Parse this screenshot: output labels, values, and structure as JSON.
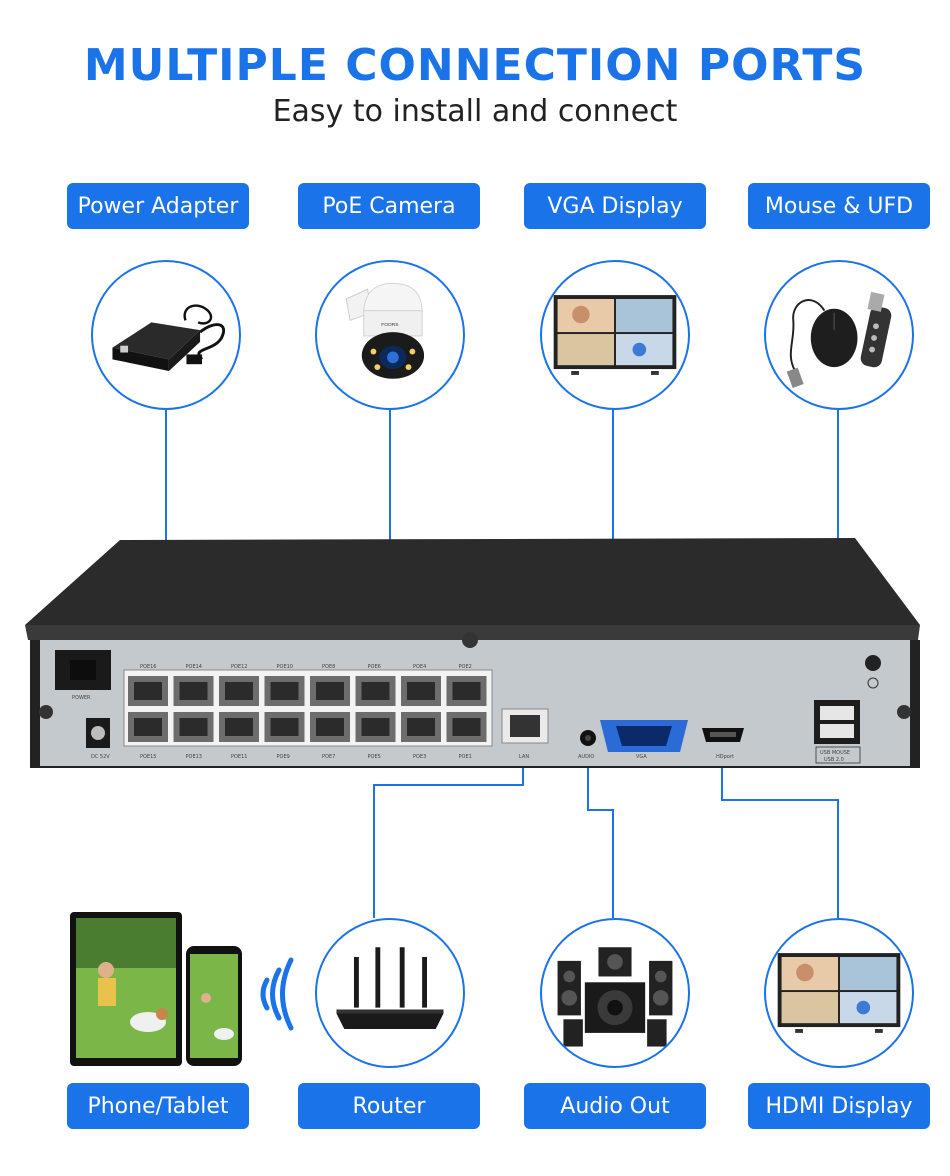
{
  "header": {
    "title": "MULTIPLE CONNECTION PORTS",
    "subtitle": "Easy to install and connect"
  },
  "top_labels": {
    "power": "Power Adapter",
    "poe": "PoE Camera",
    "vga": "VGA Display",
    "mouse": "Mouse & UFD"
  },
  "bottom_labels": {
    "phone": "Phone/Tablet",
    "router": "Router",
    "audio": "Audio Out",
    "hdmi": "HDMI Display"
  },
  "nvr_panel": {
    "power_label": "POWER",
    "dc_label": "DC 52V",
    "poe_top": [
      "POE16",
      "POE14",
      "POE12",
      "POE10",
      "POE8",
      "POE6",
      "POE4",
      "POE2"
    ],
    "poe_bottom": [
      "POE15",
      "POE13",
      "POE11",
      "POE9",
      "POE7",
      "POE5",
      "POE3",
      "POE1"
    ],
    "lan_label": "LAN",
    "audio_label": "AUDIO",
    "vga_label": "VGA",
    "hdmi_label": "HDport",
    "usb_label_1": "USB MOUSE",
    "usb_label_2": "USB 2.0",
    "camera_brand": "FOORS"
  },
  "colors": {
    "accent": "#1a73e8",
    "line": "#1a73e8"
  }
}
